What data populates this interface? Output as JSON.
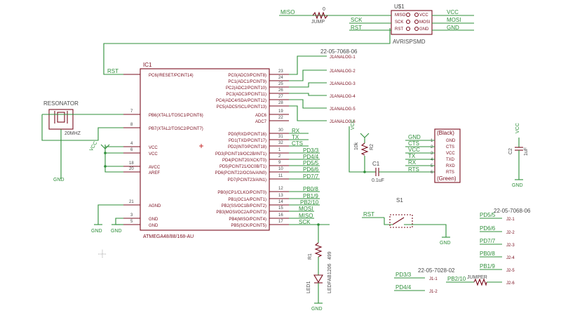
{
  "ic1": {
    "name": "IC1",
    "part": "ATMEGA48/88/168-AU",
    "left_pins": [
      {
        "num": "",
        "label": "PC6(/RESET/PCINT14)"
      },
      {
        "num": "7",
        "label": "PB6(XTAL1/TOSC1/PCINT6)"
      },
      {
        "num": "8",
        "label": "PB7(XTAL2/TOSC2/PCINT7)"
      },
      {
        "num": "4",
        "label": "VCC"
      },
      {
        "num": "6",
        "label": "VCC"
      },
      {
        "num": "18",
        "label": "AVCC"
      },
      {
        "num": "20",
        "label": "AREF"
      },
      {
        "num": "21",
        "label": "AGND"
      },
      {
        "num": "3",
        "label": "GND"
      },
      {
        "num": "5",
        "label": "GND"
      }
    ],
    "right_pins": [
      {
        "num": "23",
        "label": "PC0(ADC0/PCINT8)"
      },
      {
        "num": "24",
        "label": "PC1(ADC1/PCINT9)"
      },
      {
        "num": "25",
        "label": "PC2(ADC2/PCINT10)"
      },
      {
        "num": "26",
        "label": "PC3(ADC3/PCINT11)"
      },
      {
        "num": "27",
        "label": "PC4(ADC4/SDA/PCINT12)"
      },
      {
        "num": "28",
        "label": "PC5(ADC5/SCL/PCINT13)"
      },
      {
        "num": "19",
        "label": "ADC6"
      },
      {
        "num": "22",
        "label": "ADC7"
      },
      {
        "num": "30",
        "label": "PD0(RXD/PCINT16)"
      },
      {
        "num": "31",
        "label": "PD1(TXD/PCINT17)"
      },
      {
        "num": "32",
        "label": "PD2(INT0/PCINT18)"
      },
      {
        "num": "1",
        "label": "PD3(PCINT19/OC2B/INT1)"
      },
      {
        "num": "2",
        "label": "PD4(PCINT20/XCK/T0)"
      },
      {
        "num": "9",
        "label": "PD5(PCINT21/OC0B/T1)"
      },
      {
        "num": "10",
        "label": "PD6(PCINT22/OC0A/AIN0)"
      },
      {
        "num": "11",
        "label": "PD7(PCINT23/AIN1)"
      },
      {
        "num": "12",
        "label": "PB0(ICP1/CLKO/PCINT0)"
      },
      {
        "num": "13",
        "label": "PB1(OC1A/PCINT1)"
      },
      {
        "num": "14",
        "label": "PB2(SS/OC1B/PCINT2)"
      },
      {
        "num": "15",
        "label": "PB3(MOSI/OC2A/PCINT3)"
      },
      {
        "num": "16",
        "label": "PB4(MISO/PCINT4)"
      },
      {
        "num": "17",
        "label": "PB5(SCK/PCINT5)"
      }
    ]
  },
  "nets": {
    "rst": "RST",
    "tx": "TX",
    "rx": "RX",
    "cts": "CTS",
    "pd3": "PD3/3",
    "pd4": "PD4/4",
    "pd5": "PD5/5",
    "pd6": "PD6/6",
    "pd7": "PD7/7",
    "pb0": "PB0/8",
    "pb1": "PB1/9",
    "pb2": "PB2/10",
    "mosi": "MOSI",
    "miso": "MISO",
    "sck": "SCK",
    "vcc": "VCC",
    "gnd": "GND"
  },
  "j1": {
    "part": "22-05-7068-06",
    "pins": [
      "J1ANALOG-1",
      "J1ANALOG-2",
      "J1ANALOG-3",
      "J1ANALOG-4",
      "J1ANALOG-5",
      "J1ANALOG-6"
    ]
  },
  "isp": {
    "name": "U$1",
    "part": "AVRISPSMD",
    "pins_left": [
      "MISO",
      "SCK",
      "RST"
    ],
    "pins_right": [
      "VCC",
      "MOSI",
      "GND"
    ],
    "nets_left": [
      "MISO",
      "SCK",
      "RST"
    ],
    "nets_right": [
      "VCC",
      "MOSI",
      "GND"
    ]
  },
  "jump": {
    "value": "0",
    "name": "JUMP"
  },
  "resonator": {
    "name": "RESONATOR",
    "value": "20MHZ"
  },
  "ftdi": {
    "top": "(Black)",
    "bottom": "(Green)",
    "nets": [
      "GND",
      "CTS",
      "VCC",
      "TX",
      "RX",
      "RTS"
    ],
    "pins": [
      "GND",
      "CTS",
      "VCC",
      "TXD",
      "RXD",
      "RTS"
    ],
    "nums": [
      "1",
      "2",
      "3",
      "4",
      "5",
      "6"
    ]
  },
  "c1": {
    "name": "C1",
    "value": "0.1uF"
  },
  "r2": {
    "name": "R2",
    "value": "10k"
  },
  "c2": {
    "name": "C2",
    "value": "1uF"
  },
  "r1": {
    "name": "R1",
    "value": "499"
  },
  "led": {
    "name": "LED1",
    "value": "LEDFAB1206"
  },
  "s1": {
    "name": "S1"
  },
  "j2": {
    "part": "22-05-7068-06",
    "nets": [
      "PD5/5",
      "PD6/6",
      "PD7/7",
      "PB0/8",
      "PB1/9",
      "PB2/10"
    ],
    "pins": [
      "J2-1",
      "J2-2",
      "J2-3",
      "J2-4",
      "J2-5",
      "J2-6"
    ]
  },
  "j3": {
    "part": "22-05-7028-02",
    "nets": [
      "PD3/3",
      "PD4/4"
    ],
    "pins": [
      "J1-1",
      "J1-2"
    ]
  },
  "jumper": {
    "name": "JUMPER",
    "net": "PB2/10"
  }
}
